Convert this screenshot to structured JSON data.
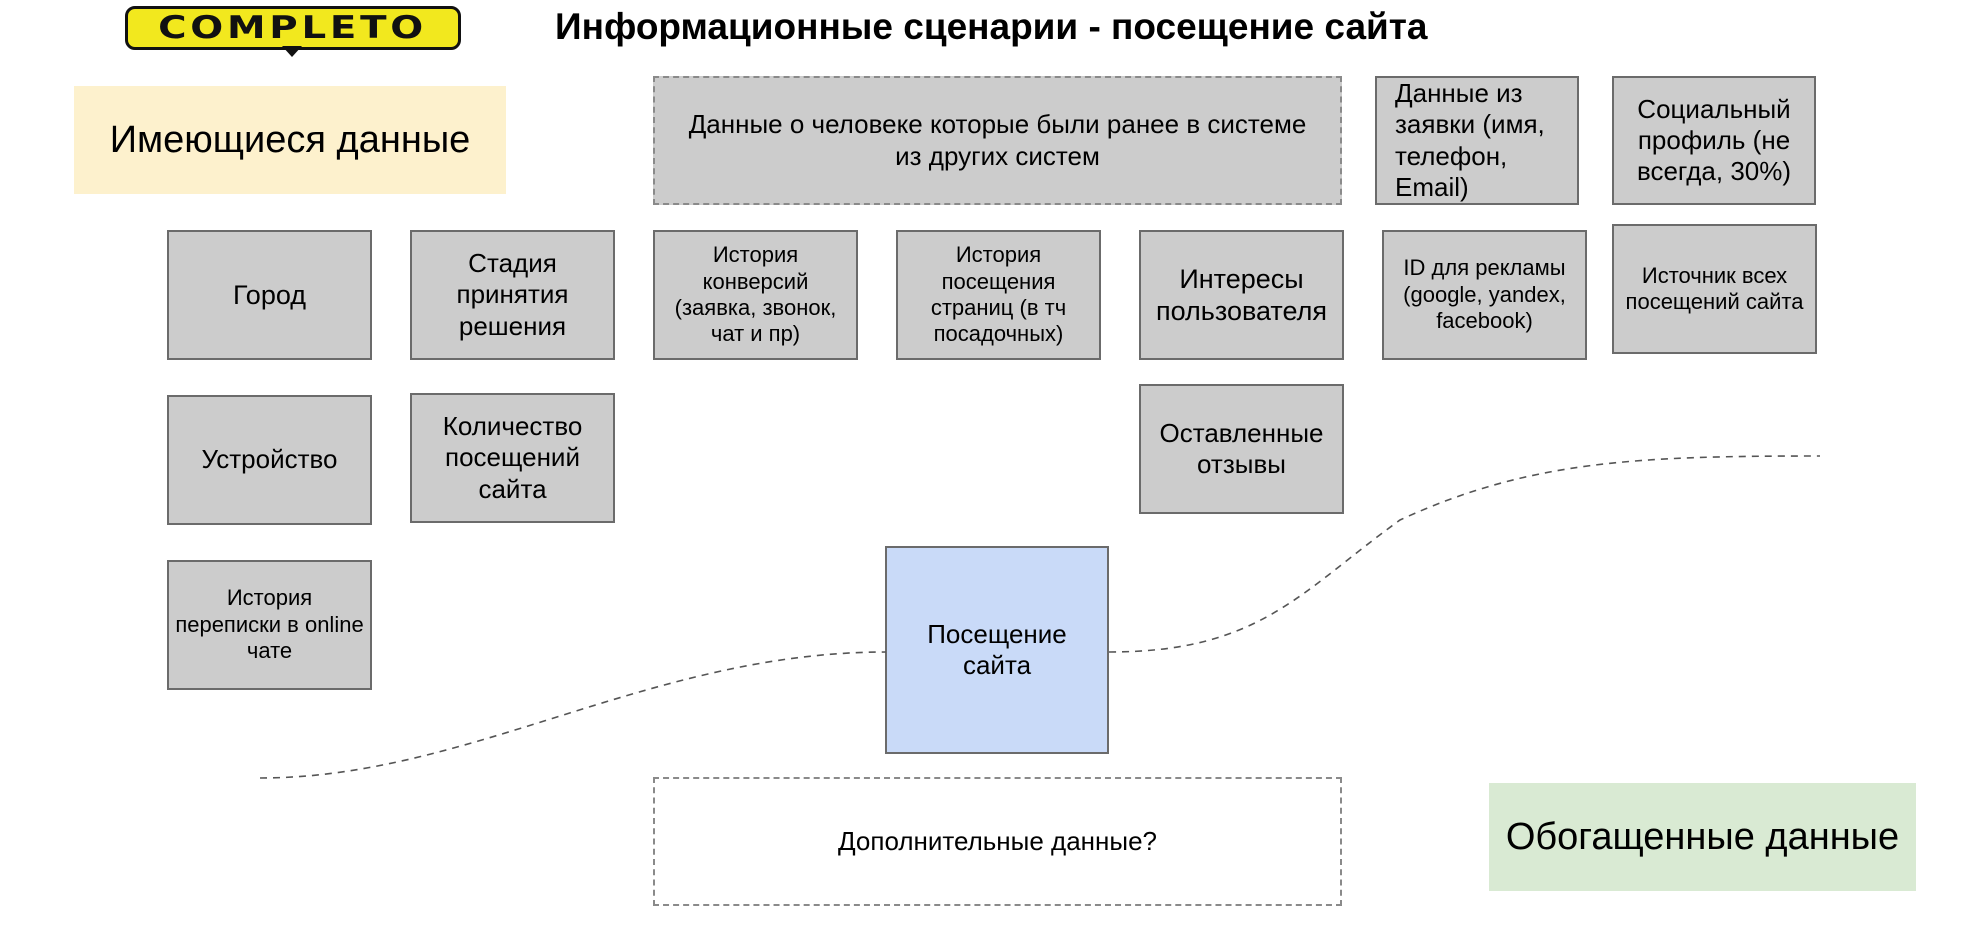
{
  "logo": {
    "text": "COMPLETO",
    "color": "#f2e81e"
  },
  "title": "Информационные сценарии - посещение сайта",
  "existing_label": "Имеющиеся данные",
  "enriched_label": "Обогащенные данные",
  "center_node": "Посещение сайта",
  "boxes": {
    "prior_systems": "Данные о человеке которые были ранее в системе из других систем",
    "application_data": "Данные из заявки (имя, телефон, Email)",
    "social_profile": "Социальный профиль (не всегда, 30%)",
    "city": "Город",
    "decision_stage": "Стадия принятия решения",
    "conversion_history": "История конверсий (заявка, звонок, чат и пр)",
    "page_history": "История посещения страниц (в тч посадочных)",
    "interests": "Интересы пользователя",
    "ad_id": "ID для рекламы (google, yandex, facebook)",
    "traffic_source": "Источник всех посещений сайта",
    "device": "Устройство",
    "visit_count": "Количество посещений сайта",
    "reviews": "Оставленные отзывы",
    "chat_history": "История переписки в online чате",
    "additional": "Дополнительные данные?"
  },
  "colors": {
    "box_fill": "#cccccc",
    "center_fill": "#c9daf8",
    "existing_fill": "#fdf1cd",
    "enriched_fill": "#d9ead3"
  }
}
